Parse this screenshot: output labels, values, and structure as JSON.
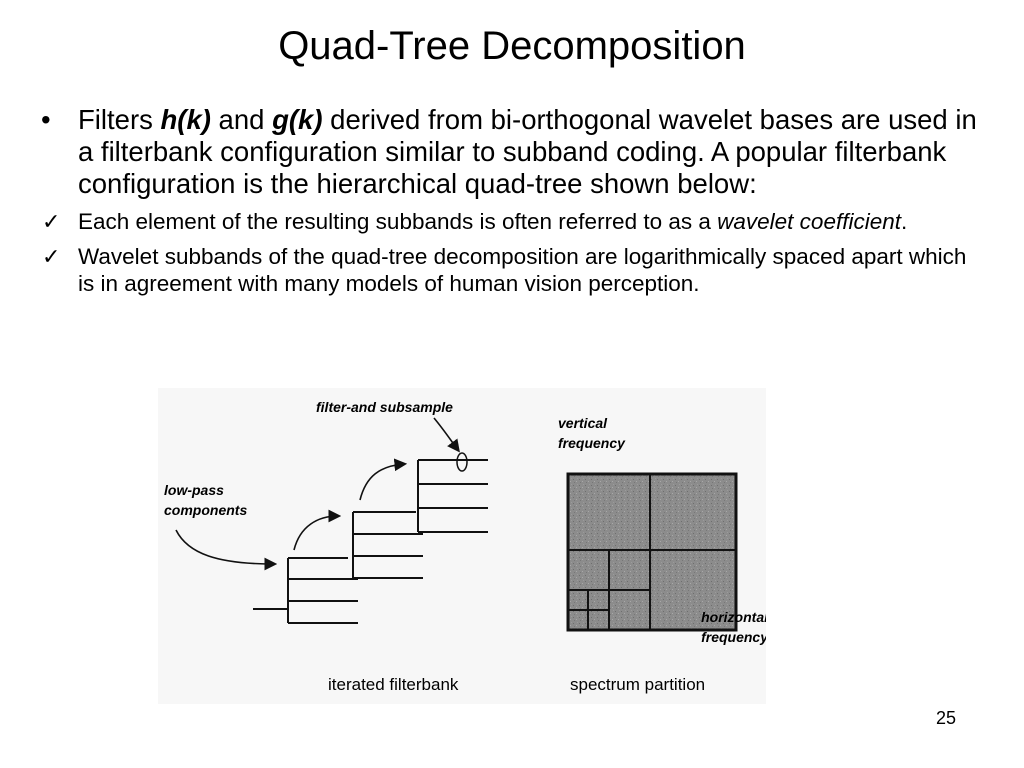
{
  "slide": {
    "title": "Quad-Tree Decomposition",
    "page_number": "25"
  },
  "bullet1": {
    "marker": "•",
    "t1": "Filters ",
    "hk": "h(k)",
    "t2": " and ",
    "gk": "g(k)",
    "t3": " derived from bi-orthogonal wavelet bases are used in a filterbank configuration similar to subband coding. A popular filterbank configuration is the hierarchical quad-tree shown below:"
  },
  "sub1": {
    "marker": "✓",
    "t1": "Each element of the resulting subbands is often referred to as a ",
    "em": "wavelet coefficient",
    "t2": "."
  },
  "sub2": {
    "marker": "✓",
    "text": "Wavelet subbands of the quad-tree decomposition are logarithmically spaced apart which is in agreement with many models of human vision perception."
  },
  "figure": {
    "filterbank": {
      "annotation_top": "filter-and subsample",
      "annotation_left_1": "low-pass",
      "annotation_left_2": "components",
      "caption": "iterated filterbank"
    },
    "spectrum": {
      "axis_v_1": "vertical",
      "axis_v_2": "frequency",
      "axis_h_1": "horizontal",
      "axis_h_2": "frequency",
      "caption": "spectrum partition"
    }
  }
}
